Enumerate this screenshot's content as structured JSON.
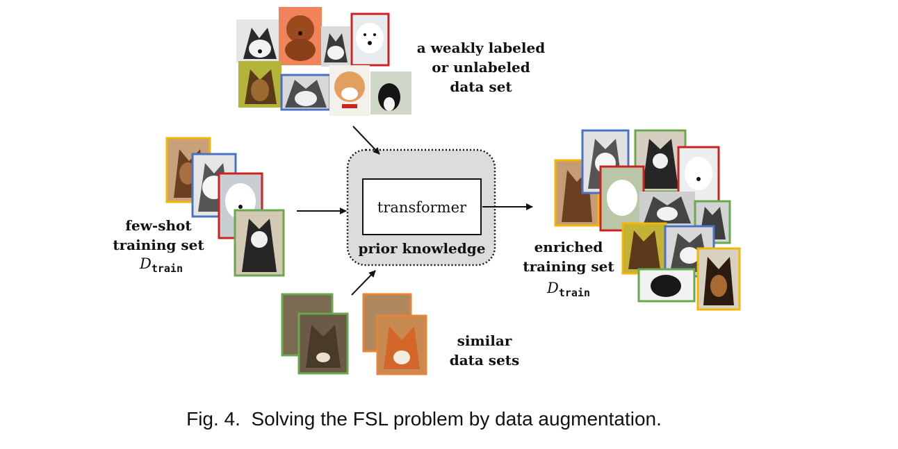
{
  "figure": {
    "caption": "Fig. 4.  Solving the FSL problem by data augmentation.",
    "center_box": {
      "inner_label": "transformer",
      "outer_label": "prior knowledge"
    },
    "top_group": {
      "label_lines": [
        "a weakly labeled",
        "or unlabeled",
        "data set"
      ]
    },
    "left_group": {
      "label_lines": [
        "few-shot",
        "training set"
      ],
      "math_main": "D",
      "math_sub": "train"
    },
    "right_group": {
      "label_lines": [
        "enriched",
        "training set"
      ],
      "math_main": "D",
      "math_sub": "train"
    },
    "bottom_group": {
      "label_lines": [
        "similar",
        "data sets"
      ]
    },
    "border_colors": {
      "yellow": "#f2b705",
      "blue": "#4a72c4",
      "red": "#cc2222",
      "green": "#6aa84f",
      "orange": "#e8833a"
    }
  }
}
